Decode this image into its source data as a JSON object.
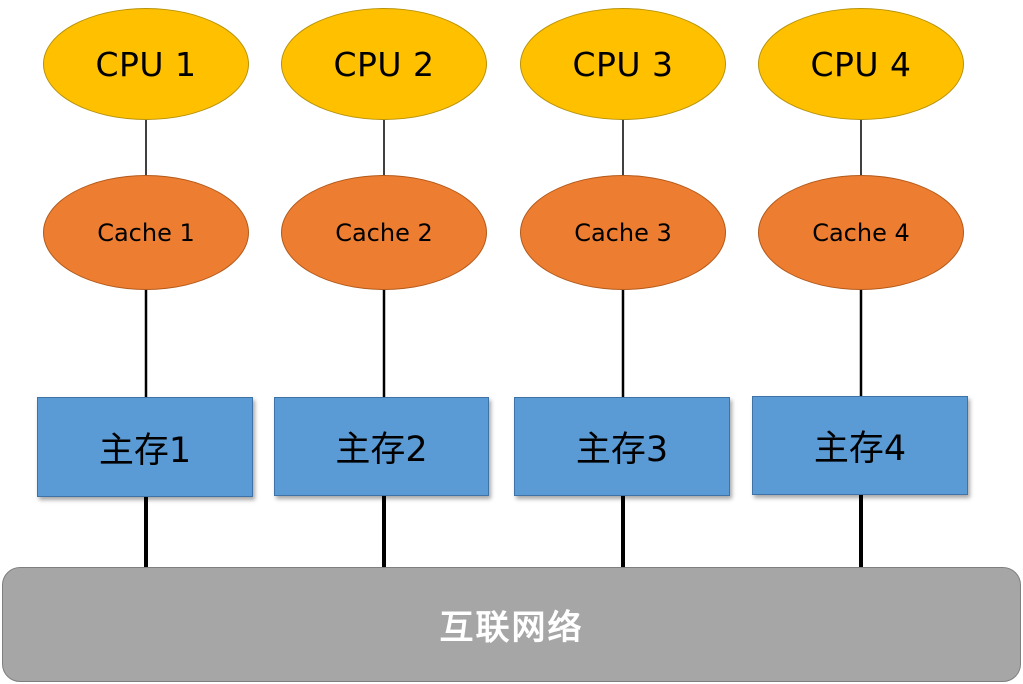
{
  "colors": {
    "cpu_fill": "#FFC000",
    "cache_fill": "#ED7D31",
    "memory_fill": "#5B9BD5",
    "bus_fill": "#A6A6A6",
    "wire": "#000000"
  },
  "columns": [
    {
      "cpu_label": "CPU 1",
      "cache_label": "Cache 1",
      "memory_label": "主存1"
    },
    {
      "cpu_label": "CPU 2",
      "cache_label": "Cache 2",
      "memory_label": "主存2"
    },
    {
      "cpu_label": "CPU 3",
      "cache_label": "Cache 3",
      "memory_label": "主存3"
    },
    {
      "cpu_label": "CPU 4",
      "cache_label": "Cache 4",
      "memory_label": "主存4"
    }
  ],
  "interconnect": {
    "label": "互联网络"
  }
}
